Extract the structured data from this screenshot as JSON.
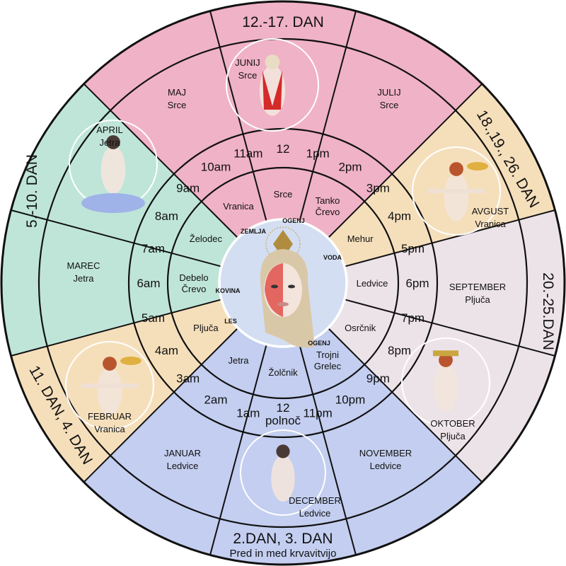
{
  "months": [
    {
      "name": "JUNIJ",
      "organ": "Srce",
      "color": "#f0b2c6"
    },
    {
      "name": "JULIJ",
      "organ": "Srce",
      "color": "#f0b2c6"
    },
    {
      "name": "AVGUST",
      "organ": "Vranica",
      "color": "#f5dfbb"
    },
    {
      "name": "SEPTEMBER",
      "organ": "Pljuča",
      "color": "#ece3e8"
    },
    {
      "name": "OKTOBER",
      "organ": "Pljuča",
      "color": "#ece3e8"
    },
    {
      "name": "NOVEMBER",
      "organ": "Ledvice",
      "color": "#c3cef0"
    },
    {
      "name": "DECEMBER",
      "organ": "Ledvice",
      "color": "#c3cef0"
    },
    {
      "name": "JANUAR",
      "organ": "Ledvice",
      "color": "#c3cef0"
    },
    {
      "name": "FEBRUAR",
      "organ": "Vranica",
      "color": "#f5dfbb"
    },
    {
      "name": "MAREC",
      "organ": "Jetra",
      "color": "#bfe5d9"
    },
    {
      "name": "APRIL",
      "organ": "Jetra",
      "color": "#bfe5d9"
    },
    {
      "name": "MAJ",
      "organ": "Srce",
      "color": "#f0b2c6"
    }
  ],
  "organs": [
    {
      "line1": "Srce",
      "line2": ""
    },
    {
      "line1": "Tanko",
      "line2": "Črevo"
    },
    {
      "line1": "Mehur",
      "line2": ""
    },
    {
      "line1": "Ledvice",
      "line2": ""
    },
    {
      "line1": "Osrčnik",
      "line2": ""
    },
    {
      "line1": "Trojni",
      "line2": "Grelec"
    },
    {
      "line1": "Žolčnik",
      "line2": ""
    },
    {
      "line1": "Jetra",
      "line2": ""
    },
    {
      "line1": "Pljuča",
      "line2": ""
    },
    {
      "line1": "Debelo",
      "line2": "Črevo"
    },
    {
      "line1": "Želodec",
      "line2": ""
    },
    {
      "line1": "Vranica",
      "line2": ""
    }
  ],
  "hours": [
    "12",
    "1pm",
    "2pm",
    "3pm",
    "4pm",
    "5pm",
    "6pm",
    "7pm",
    "8pm",
    "9pm",
    "10pm",
    "11pm",
    "12",
    "1am",
    "2am",
    "3am",
    "4am",
    "5am",
    "6am",
    "7am",
    "8am",
    "9am",
    "10am",
    "11am"
  ],
  "midnight_note": "polnoč",
  "outer_labels": {
    "top": "12.-17. DAN",
    "top_right": "18.,19., 26. DAN",
    "right": "20.-25.DAN",
    "bottom": "2.DAN, 3. DAN",
    "bottom_note": "Pred in med krvavitvijo",
    "bottom_left": "11. DAN, 4. DAN",
    "left": "5.-10. DAN"
  },
  "elements": [
    "OGENJ",
    "ZEMLJA",
    "VODA",
    "KOVINA",
    "LES",
    "OGENJ"
  ],
  "center_color": "#d3def2"
}
